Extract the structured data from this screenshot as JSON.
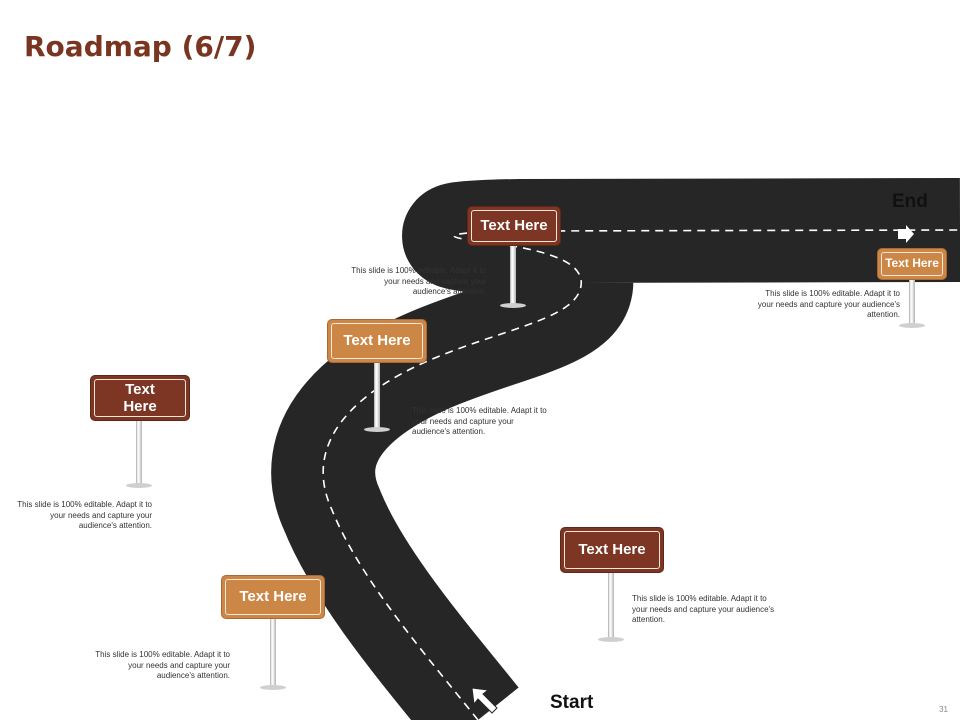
{
  "title": "Roadmap (6/7)",
  "labels": {
    "start": "Start",
    "end": "End"
  },
  "signs": [
    {
      "id": "sign-1",
      "text": "Text Here",
      "style": "light",
      "description": "This slide is 100% editable. Adapt it to your needs and capture your audience's attention."
    },
    {
      "id": "sign-2",
      "text": "Text Here",
      "style": "dark",
      "description": "This slide is 100% editable. Adapt it to your needs and capture your audience's attention."
    },
    {
      "id": "sign-3",
      "text": "Text Here",
      "style": "light",
      "description": "This slide is 100% editable. Adapt it to your needs and capture your audience's attention."
    },
    {
      "id": "sign-4",
      "text": "Text Here",
      "style": "dark",
      "description": "This slide is 100% editable. Adapt it to your needs and capture your audience's attention."
    },
    {
      "id": "sign-5",
      "text": "Text Here",
      "style": "dark",
      "description": "This slide is 100% editable. Adapt it to your needs and capture your audience's attention."
    },
    {
      "id": "sign-6",
      "text": "Text Here",
      "style": "light",
      "description": "This slide is 100% editable. Adapt it to your needs and capture your audience's attention."
    }
  ],
  "page_number": "31",
  "colors": {
    "title": "#7a3520",
    "sign_dark": "#7d3624",
    "sign_light": "#cc8746",
    "road": "#262626"
  }
}
